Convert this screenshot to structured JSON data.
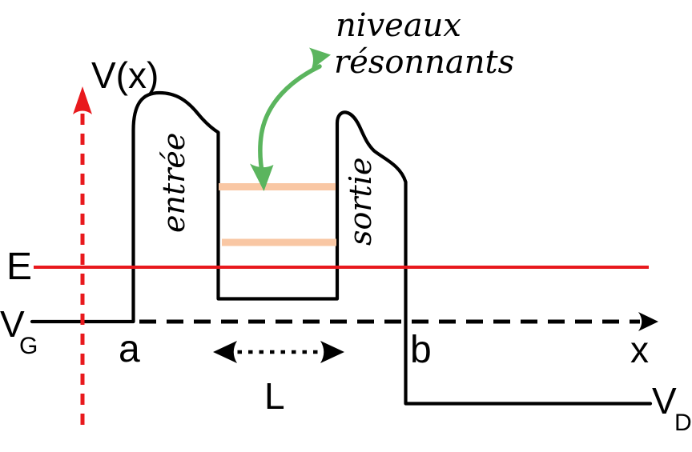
{
  "colors": {
    "red": "#e8191d",
    "green": "#5bb55e",
    "peach": "#f9c7a4",
    "ink": "#000000",
    "background": "#ffffff"
  },
  "annotation": {
    "line1": "niveaux",
    "line2": "résonnants"
  },
  "axes": {
    "y_label": "V(x)",
    "x_label": "x"
  },
  "energy": {
    "label": "E"
  },
  "gate_voltage": {
    "base": "V",
    "subscript": "G"
  },
  "drain_voltage": {
    "base": "V",
    "subscript": "D"
  },
  "points": {
    "a": "a",
    "b": "b"
  },
  "well": {
    "width_label": "L",
    "entrance_label": "entrée",
    "exit_label": "sortie",
    "resonant_levels_count": 2
  }
}
